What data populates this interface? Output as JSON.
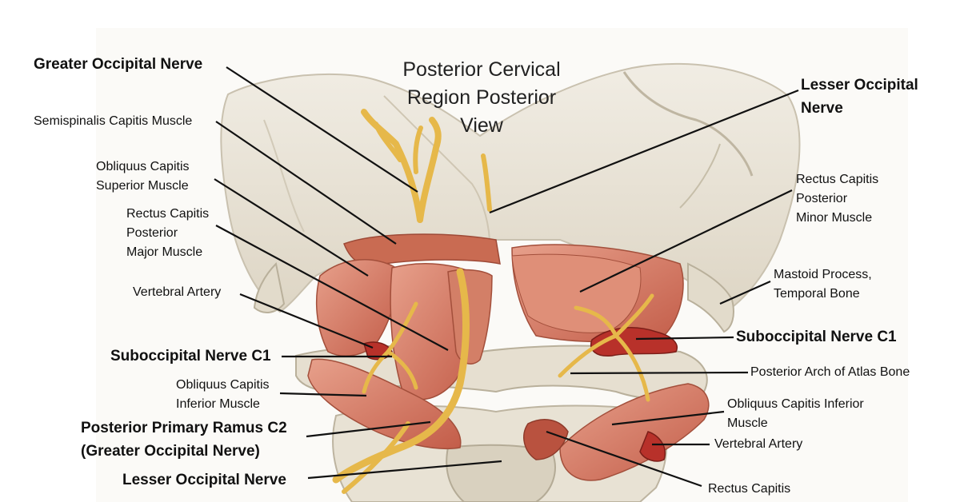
{
  "title_lines": [
    "Posterior Cervical",
    "Region Posterior",
    "View"
  ],
  "labels": {
    "greater_occipital_nerve": [
      "Greater Occipital Nerve"
    ],
    "semispinalis_capitis": [
      "Semispinalis Capitis Muscle"
    ],
    "obliquus_capitis_superior": [
      "Obliquus Capitis",
      "Superior Muscle"
    ],
    "rectus_capitis_posterior_major": [
      "Rectus Capitis",
      "Posterior",
      "Major Muscle"
    ],
    "vertebral_artery_left": [
      "Vertebral Artery"
    ],
    "suboccipital_nerve_left": [
      "Suboccipital Nerve C1"
    ],
    "obliquus_capitis_inferior_left": [
      "Obliquus Capitis",
      "Inferior Muscle"
    ],
    "posterior_primary_ramus": [
      "Posterior Primary Ramus C2",
      "(Greater Occipital Nerve)"
    ],
    "lesser_occipital_nerve_bottom": [
      "Lesser Occipital Nerve"
    ],
    "lesser_occipital_nerve_top": [
      "Lesser Occipital",
      "Nerve"
    ],
    "rectus_capitis_posterior_minor": [
      "Rectus Capitis",
      "Posterior",
      "Minor Muscle"
    ],
    "mastoid_process": [
      "Mastoid Process,",
      "Temporal Bone"
    ],
    "suboccipital_nerve_right": [
      "Suboccipital Nerve C1"
    ],
    "posterior_arch_atlas": [
      "Posterior Arch of Atlas Bone"
    ],
    "obliquus_capitis_inferior_right": [
      "Obliquus Capitis Inferior",
      "Muscle"
    ],
    "vertebral_artery_right": [
      "Vertebral Artery"
    ],
    "rectus_capitis_bottom": [
      "Rectus Capitis"
    ]
  },
  "colors": {
    "bone": "#e9e3d6",
    "bone_shadow": "#cfc8b8",
    "muscle": "#c8634e",
    "muscle_light": "#e39a86",
    "nerve": "#e6b84a",
    "artery": "#b8312a",
    "leader": "#111111"
  }
}
